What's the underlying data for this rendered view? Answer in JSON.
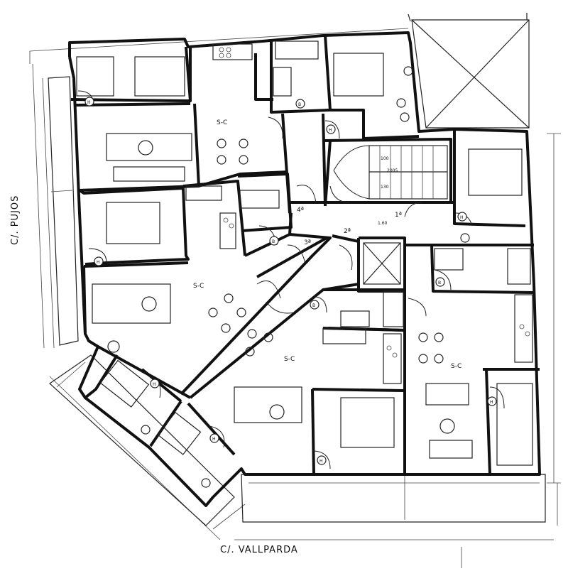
{
  "streets": {
    "bottom": "C/. VALLPARDA",
    "left": "C/. PUJOS"
  },
  "room_labels": {
    "living": "S-C",
    "bath": "B",
    "toilet": "H"
  },
  "unit_numbers": {
    "first": "1ª",
    "second": "2ª",
    "third": "3ª",
    "fourth": "4ª"
  },
  "stair_dims": {
    "a": "130",
    "b": "100",
    "c": "2005",
    "d": "1,60"
  }
}
